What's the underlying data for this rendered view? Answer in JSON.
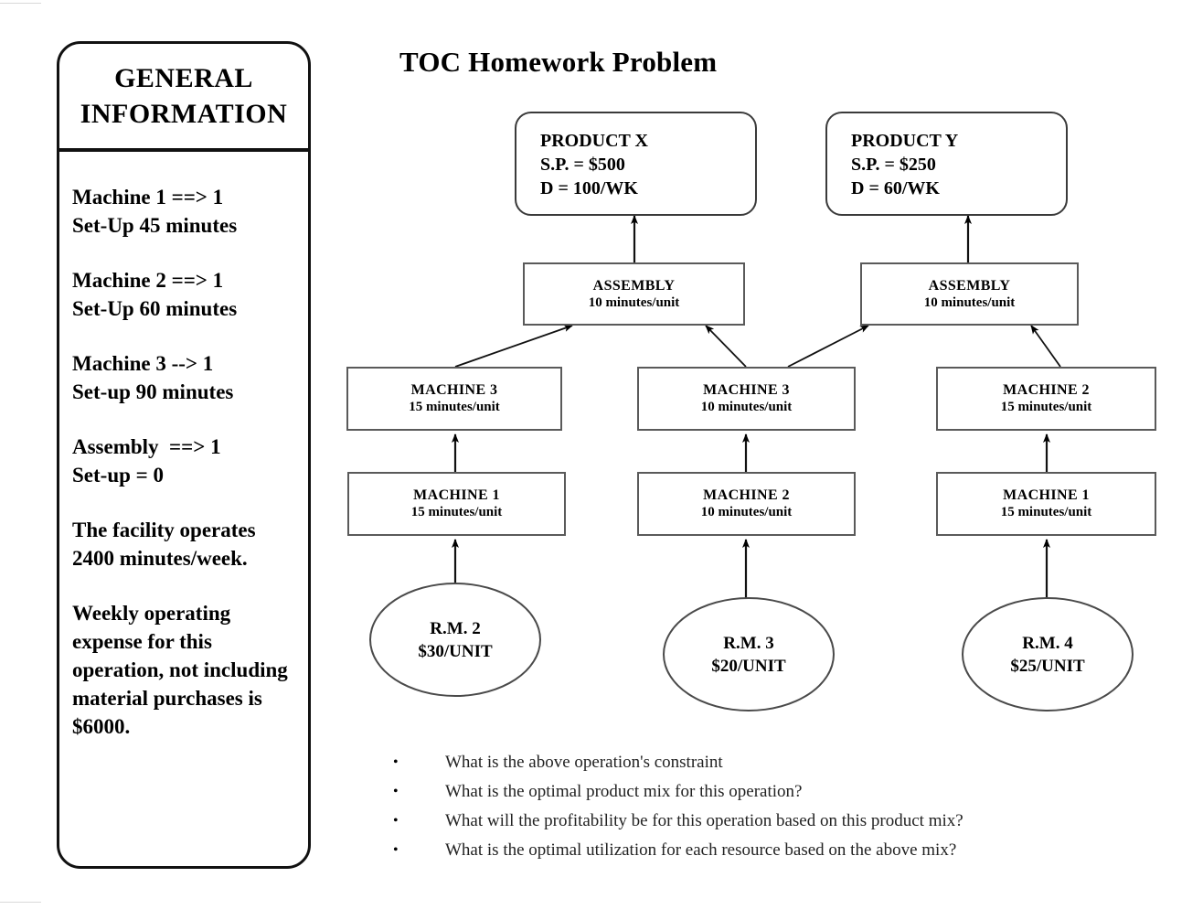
{
  "title": "TOC Homework Problem",
  "info_panel": {
    "header_lines": [
      "GENERAL",
      "INFORMATION"
    ],
    "blocks": [
      [
        "Machine 1 ==> 1",
        "Set-Up 45 minutes"
      ],
      [
        "Machine 2 ==> 1",
        "Set-Up 60 minutes"
      ],
      [
        "Machine 3 --> 1",
        "Set-up 90 minutes"
      ],
      [
        "Assembly  ==> 1",
        "Set-up = 0"
      ],
      [
        "The facility operates",
        "2400 minutes/week."
      ],
      [
        "Weekly operating expense for this operation, not including material purchases is $6000."
      ]
    ]
  },
  "products": [
    {
      "name": "PRODUCT X",
      "sp": "S.P. = $500",
      "demand": "D = 100/WK"
    },
    {
      "name": "PRODUCT Y",
      "sp": "S.P. = $250",
      "demand": "D = 60/WK"
    }
  ],
  "assemblies": [
    {
      "name": "ASSEMBLY",
      "time": "10 minutes/unit"
    },
    {
      "name": "ASSEMBLY",
      "time": "10 minutes/unit"
    }
  ],
  "upper_machines": [
    {
      "name": "MACHINE 3",
      "time": "15 minutes/unit"
    },
    {
      "name": "MACHINE 3",
      "time": "10 minutes/unit"
    },
    {
      "name": "MACHINE 2",
      "time": "15 minutes/unit"
    }
  ],
  "lower_machines": [
    {
      "name": "MACHINE 1",
      "time": "15 minutes/unit"
    },
    {
      "name": "MACHINE 2",
      "time": "10 minutes/unit"
    },
    {
      "name": "MACHINE 1",
      "time": "15 minutes/unit"
    }
  ],
  "raw_materials": [
    {
      "name": "R.M. 2",
      "cost": "$30/UNIT"
    },
    {
      "name": "R.M. 3",
      "cost": "$20/UNIT"
    },
    {
      "name": "R.M. 4",
      "cost": "$25/UNIT"
    }
  ],
  "questions": {
    "bullet": "•",
    "items": [
      "What is the above operation's constraint",
      "What is the optimal product mix  for this  operation?",
      "What will  the profitability  be for this operation based on this product mix?",
      "What is the optimal  utilization  for each resource based on the above mix?"
    ]
  },
  "colors": {
    "ink": "#000000",
    "box_stroke": "#5a5a5a",
    "panel_stroke": "#111111",
    "grid_line": "#d4d4d4",
    "page_bg": "#ffffff"
  }
}
